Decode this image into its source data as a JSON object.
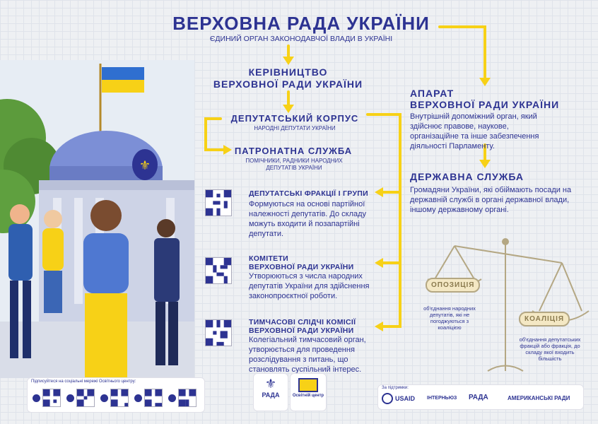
{
  "title": "ВЕРХОВНА РАДА УКРАЇНИ",
  "subtitle": "ЄДИНИЙ ОРГАН ЗАКОНОДАВЧОЇ ВЛАДИ В УКРАЇНІ",
  "leadership": {
    "line1": "КЕРІВНИЦТВО",
    "line2": "ВЕРХОВНОЇ РАДИ УКРАЇНИ"
  },
  "apparatus": {
    "line1": "АПАРАТ",
    "line2": "ВЕРХОВНОЇ РАДИ УКРАЇНИ",
    "text": "Внутрішній допоміжний орган, який здійснює правове, наукове, організаційне та інше забезпечення діяльності Парламенту."
  },
  "deputies": {
    "title": "ДЕПУТАТСЬКИЙ КОРПУС",
    "sub": "НАРОДНІ ДЕПУТАТИ УКРАЇНИ"
  },
  "patronage": {
    "title": "ПАТРОНАТНА СЛУЖБА",
    "sub": "ПОМІЧНИКИ, РАДНИКИ НАРОДНИХ ДЕПУТАТІВ УКРАЇНИ"
  },
  "civil_service": {
    "title": "ДЕРЖАВНА СЛУЖБА",
    "text": "Громадяни України, які обіймають посади на державній службі в органі державної влади, іншому державному органі."
  },
  "factions": {
    "title": "ДЕПУТАТСЬКІ ФРАКЦІЇ І ГРУПИ",
    "text": "Формуються на основі партійної належності депутатів. До складу можуть входити й позапартійні депутати."
  },
  "committees": {
    "line1": "КОМІТЕТИ",
    "line2": "ВЕРХОВНОЇ РАДИ УКРАЇНИ",
    "text": "Утворюються з числа народних депутатів України для здійснення законопроєктної роботи."
  },
  "commissions": {
    "line1": "ТИМЧАСОВІ СЛІДЧІ КОМІСІЇ",
    "line2": "ВЕРХОВНОЇ РАДИ УКРАЇНИ",
    "text": "Колегіальний тимчасовий орган, утворюється для проведення розслідування з питань, що становлять суспільний інтерес."
  },
  "scales": {
    "opposition_label": "ОПОЗИЦІЯ",
    "coalition_label": "КОАЛІЦІЯ",
    "opposition_note": "об'єднання народних депутатів, які не погоджуються з коаліцією",
    "coalition_note": "об'єднання депутатських фракцій або фракція, до складу якої входить більшість"
  },
  "footer": {
    "social_caption": "Підписуйтеся на соціальні мережі Освітнього центру:",
    "rada_logo": "РАДА",
    "edu_logo": "Освітній центр",
    "support_caption": "За підтримки:",
    "usaid": "USAID",
    "interns": "ІНТЕРНЬЮЗ",
    "rada_partner": "РАДА",
    "american_houses": "АМЕРИКАНСЬКІ РАДИ"
  },
  "colors": {
    "navy": "#2d3392",
    "yellow": "#f7d117",
    "paper": "#eef0f3"
  }
}
